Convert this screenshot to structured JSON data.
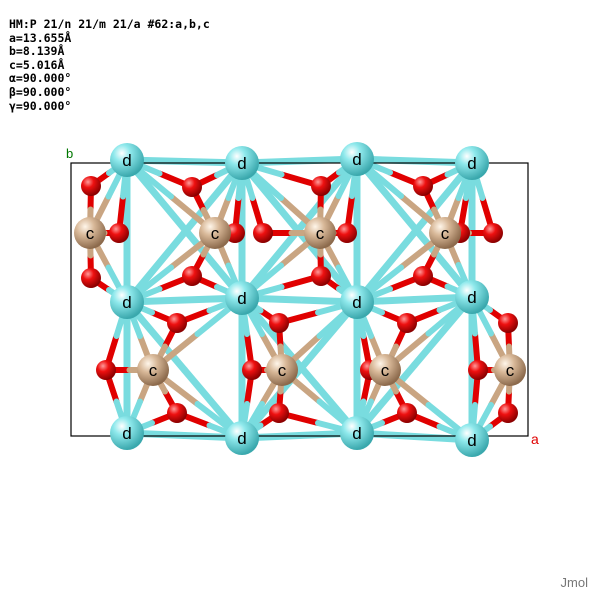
{
  "info": {
    "space_group": "HM:P 21/n 21/m 21/a #62:a,b,c",
    "a": "a=13.655Å",
    "b": "b=8.139Å",
    "c": "c=5.016Å",
    "alpha": "α=90.000°",
    "beta": "β=90.000°",
    "gamma": "γ=90.000°"
  },
  "axes": {
    "a": "a",
    "b": "b"
  },
  "colors": {
    "d": "#79dcdf",
    "c": "#c9a582",
    "o": "#e00000",
    "a_axis": "#e00000",
    "b_axis": "#007700"
  },
  "atom_labels": {
    "d": "d",
    "c": "c"
  },
  "watermark": "Jmol"
}
